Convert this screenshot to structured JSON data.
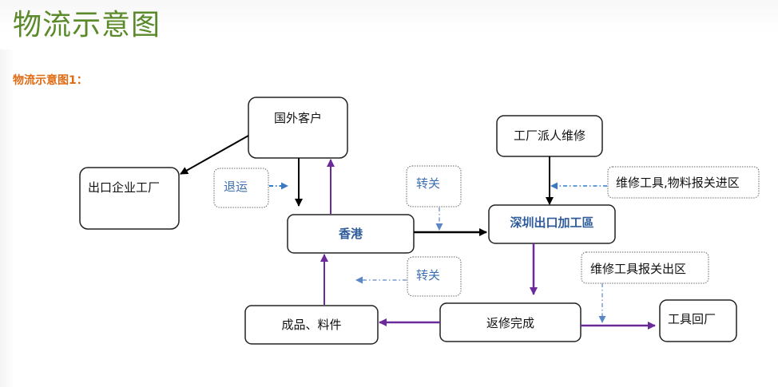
{
  "page": {
    "title": "物流示意图",
    "subtitle": "物流示意图1："
  },
  "diagram": {
    "nodes": {
      "foreign_customer": "国外客户",
      "export_factory": "出口企业工厂",
      "hong_kong": "香港",
      "shenzhen_zone": "深圳出口加工區",
      "factory_repair": "工厂派人维修",
      "repair_done": "返修完成",
      "finished_goods": "成品、料件",
      "tools_return": "工具回厂"
    },
    "notes": {
      "return_shipment": "退运",
      "transfer_customs_top": "转关",
      "transfer_customs_bottom": "转关",
      "tools_in": "维修工具,物料报关进区",
      "tools_out": "维修工具报关出区"
    },
    "colors": {
      "title": "#5a8a2a",
      "subtitle": "#e06a10",
      "black_arrow": "#000000",
      "purple_arrow": "#6a2a9a",
      "dashed_arrow": "#3c78c0",
      "highlight_text": "#2e5b9a"
    }
  }
}
